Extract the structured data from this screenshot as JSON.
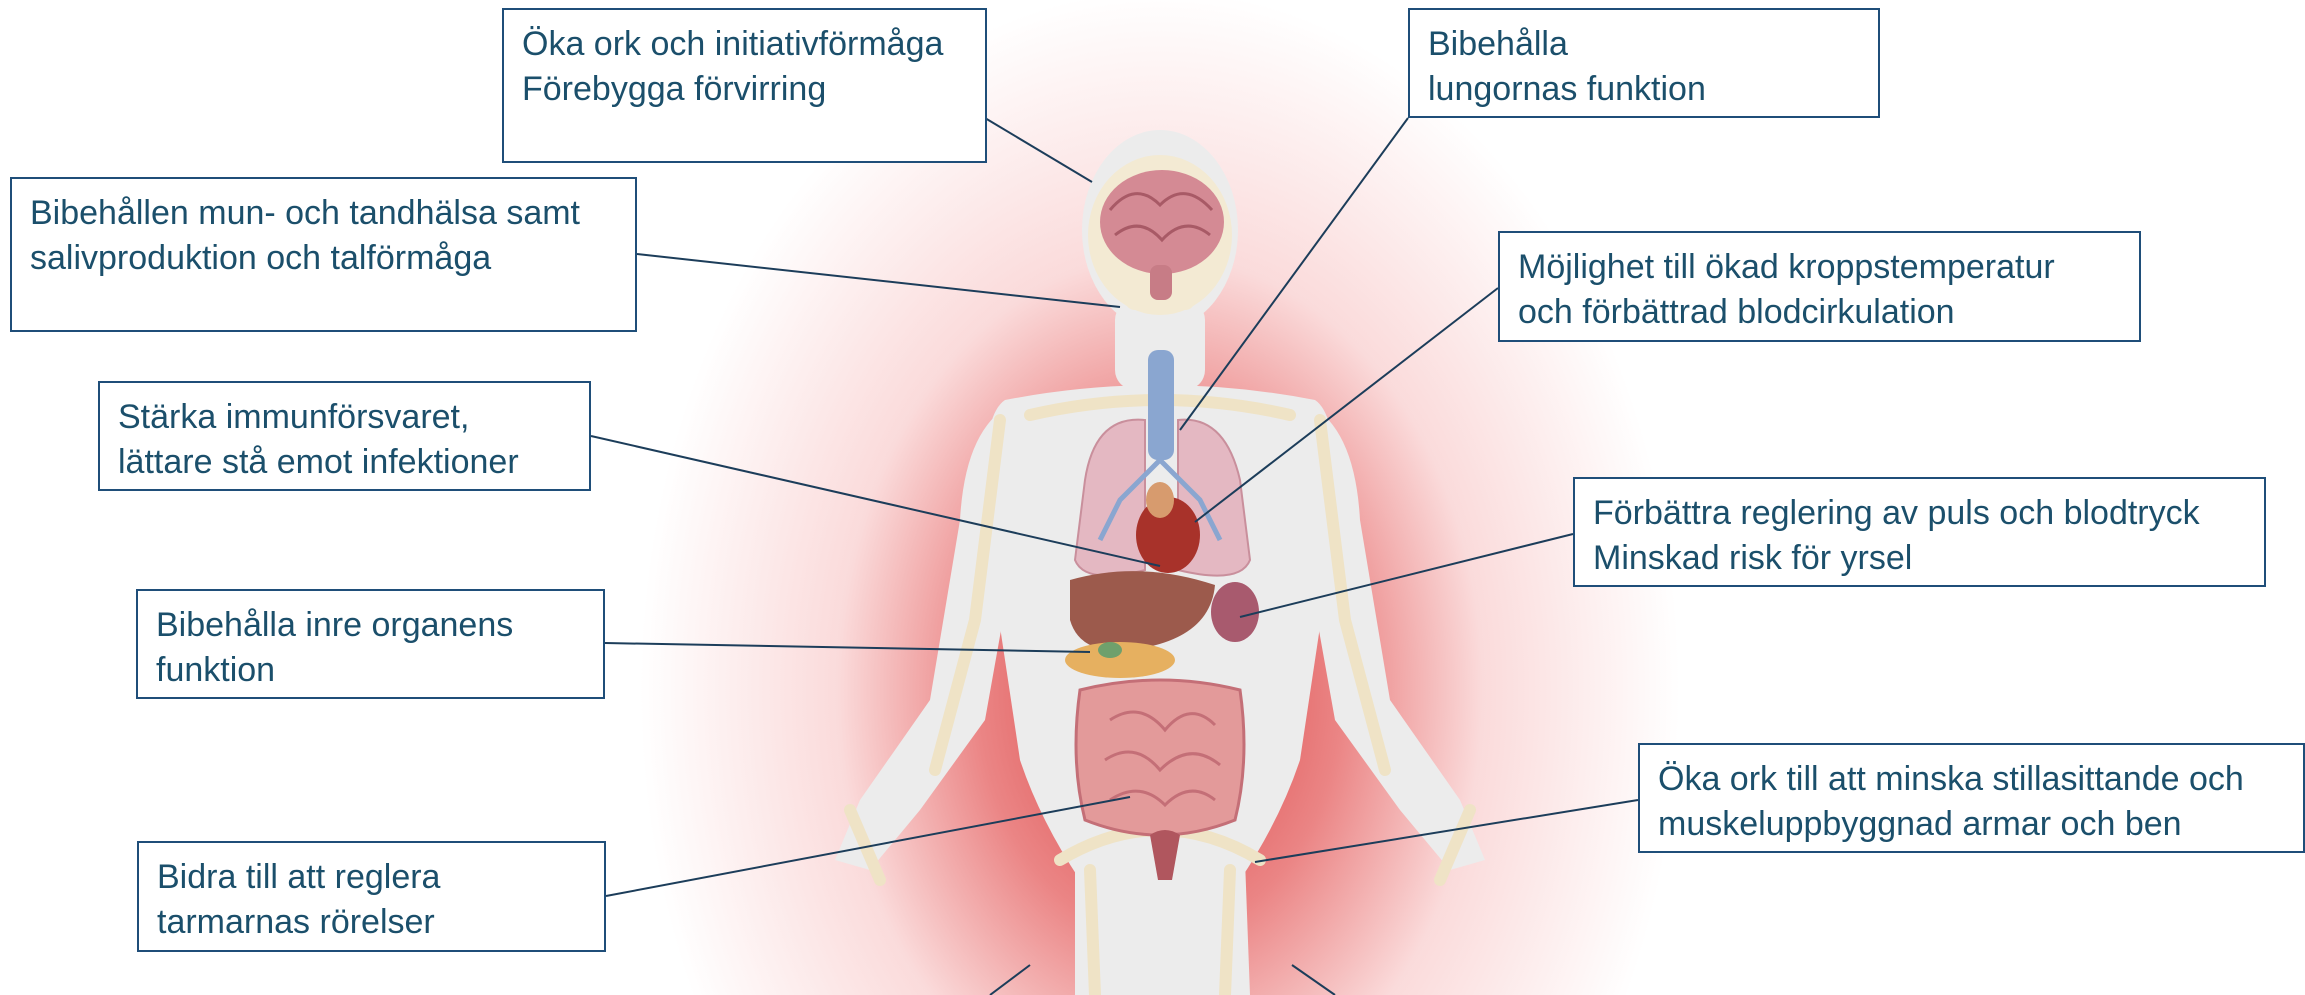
{
  "labels": [
    {
      "id": "brain",
      "lines": [
        "Öka ork och initiativförmåga",
        "Förebygga förvirring"
      ]
    },
    {
      "id": "lungs",
      "lines": [
        "Bibehålla",
        "lungornas  funktion"
      ]
    },
    {
      "id": "mouth",
      "lines": [
        "Bibehållen mun- och tandhälsa samt",
        "salivproduktion och talförmåga"
      ]
    },
    {
      "id": "temperature",
      "lines": [
        "Möjlighet till ökad kroppstemperatur",
        "och förbättrad blodcirkulation"
      ]
    },
    {
      "id": "immune",
      "lines": [
        "Stärka immunförsvaret,",
        "lättare stå emot infektioner"
      ]
    },
    {
      "id": "pulse",
      "lines": [
        "Förbättra reglering av puls och blodtryck",
        "Minskad risk för yrsel"
      ]
    },
    {
      "id": "organs",
      "lines": [
        "Bibehålla inre organens",
        "funktion"
      ]
    },
    {
      "id": "muscles",
      "lines": [
        "Öka ork till att minska stillasittande och",
        "muskeluppbyggnad armar och ben"
      ]
    },
    {
      "id": "bowel",
      "lines": [
        "Bidra till att reglera",
        "tarmarnas rörelser"
      ]
    }
  ],
  "colors": {
    "box_border": "#1f4e79",
    "text": "#1b4f6b",
    "connector": "#1c3d5a",
    "glow": "#d63434"
  }
}
